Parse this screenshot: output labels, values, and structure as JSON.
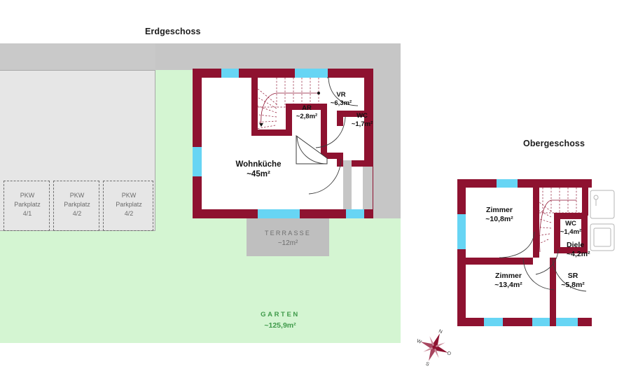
{
  "floors": [
    {
      "key": "eg",
      "title": "Erdgeschoss"
    },
    {
      "key": "og",
      "title": "Obergeschoss"
    }
  ],
  "ground_floor": {
    "title": "Erdgeschoss",
    "rooms": [
      {
        "name": "Wohnküche",
        "area": "~45m²"
      },
      {
        "name": "AR",
        "area": "~2,8m²"
      },
      {
        "name": "VR",
        "area": "~6,3m²"
      },
      {
        "name": "WC",
        "area": "~1,7m²"
      }
    ]
  },
  "upper_floor": {
    "title": "Obergeschoss",
    "rooms": [
      {
        "name": "Zimmer",
        "area": "~10,8m²"
      },
      {
        "name": "Zimmer",
        "area": "~13,4m²"
      },
      {
        "name": "WC",
        "area": "~1,4m²"
      },
      {
        "name": "Diele",
        "area": "~4,2m²"
      },
      {
        "name": "SR",
        "area": "~5,8m²"
      }
    ]
  },
  "outdoor": {
    "terrace": {
      "name": "TERRASSE",
      "area": "~12m²"
    },
    "garden": {
      "name": "GARTEN",
      "area": "~125,9m²"
    },
    "parking": [
      {
        "line1": "PKW",
        "line2": "Parkplatz",
        "line3": "4/1"
      },
      {
        "line1": "PKW",
        "line2": "Parkplatz",
        "line3": "4/2"
      },
      {
        "line1": "PKW",
        "line2": "Parkplatz",
        "line3": "4/2"
      }
    ]
  },
  "compass": {
    "n": "N",
    "o": "O",
    "s": "S",
    "w": "W"
  },
  "colors": {
    "wall": "#8e1230",
    "window": "#67d5f4",
    "garden": "#d4f5d2",
    "garden_text": "#3f9a4a",
    "paving": "#c6c6c6",
    "road": "#c9c9c9",
    "parking_fill": "#e6e6e6",
    "terrace": "#bfbfbf",
    "room": "#ffffff",
    "title_text": "#1d1d1d",
    "muted_text": "#6b6b6b"
  }
}
